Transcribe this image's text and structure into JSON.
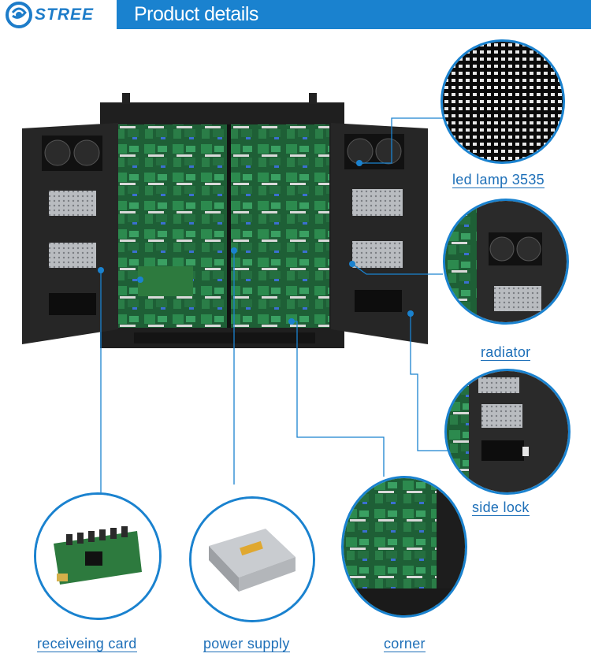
{
  "header": {
    "logo_text": "STREE",
    "title": "Product details"
  },
  "labels": {
    "led_lamp": "led lamp 3535",
    "radiator": "radiator",
    "side_lock": "side lock",
    "receiving_card": "receiveing card",
    "power_supply": "power supply",
    "corner": "corner"
  },
  "colors": {
    "accent": "#1a82cf",
    "label": "#1d6fb8",
    "pcb": "#1e6b3c",
    "cabinet": "#1c1c1c"
  }
}
